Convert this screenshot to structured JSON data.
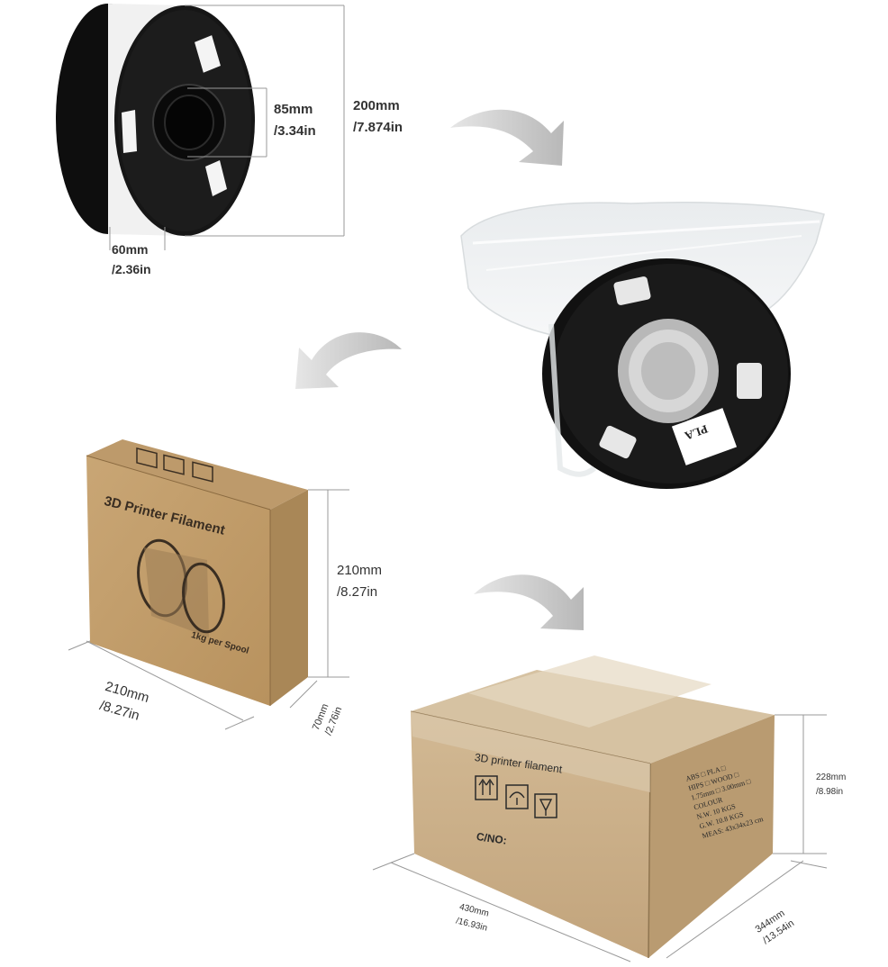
{
  "spool": {
    "hub_diameter": {
      "value": "85mm",
      "inch": "/3.34in"
    },
    "outer_diameter": {
      "value": "200mm",
      "inch": "/7.874in"
    },
    "width": {
      "value": "60mm",
      "inch": "/2.36in"
    }
  },
  "bagged_spool": {
    "label_material": "PLA"
  },
  "retail_box": {
    "title": "3D Printer Filament",
    "footer_text": "1kg per Spool",
    "height": {
      "value": "210mm",
      "inch": "/8.27in"
    },
    "length": {
      "value": "210mm",
      "inch": "/8.27in"
    },
    "depth": {
      "value": "70mm",
      "inch": "/2.76in"
    }
  },
  "shipping_carton": {
    "title": "3D printer filament",
    "cno_label": "C/NO:",
    "side_label": [
      "ABS □  PLA □",
      "HIPS □  WOOD □",
      "1.75mm □  3.00mm □",
      "COLOUR",
      "N.W.  10  KGS",
      "G.W.  10.8  KGS",
      "MEAS: 43x34x23 cm"
    ],
    "height": {
      "value": "228mm",
      "inch": "/8.98in"
    },
    "length": {
      "value": "430mm",
      "inch": "/16.93in"
    },
    "depth": {
      "value": "344mm",
      "inch": "/13.54in"
    }
  },
  "colors": {
    "arrow": "#c4c4c4",
    "spool": "#151515",
    "filament": "#f3f3f3",
    "cardboard": "#c7a478",
    "cardboard_dark": "#a98757",
    "carton": "#c9ad86"
  }
}
